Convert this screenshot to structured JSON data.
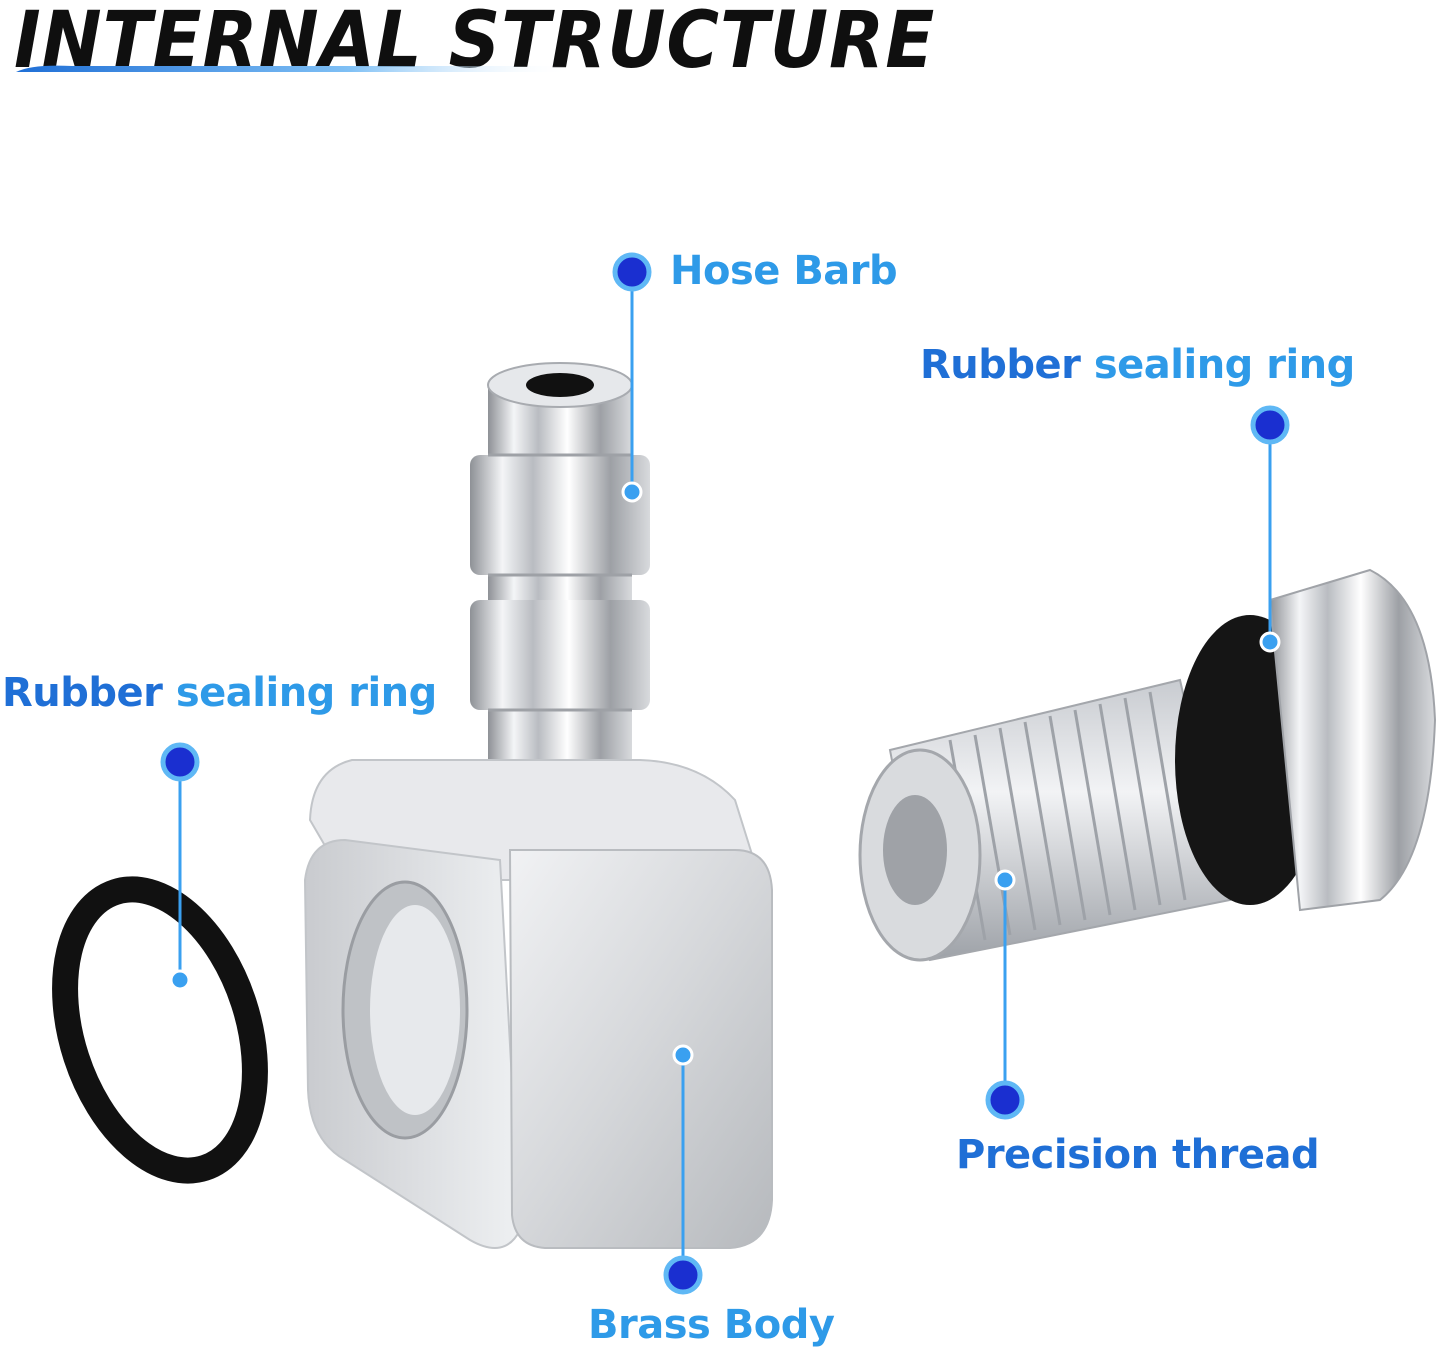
{
  "title": "INTERNAL STRUCTURE",
  "labels": {
    "hose_barb": "Hose Barb",
    "rubber_ring_right_a": "Rubber",
    "rubber_ring_right_b": "sealing ring",
    "rubber_ring_left_a": "Rubber",
    "rubber_ring_left_b": "sealing ring",
    "precision_thread": "Precision thread",
    "brass_body": "Brass Body"
  },
  "colors": {
    "label_blue": "#2e9ae8",
    "label_dark_blue": "#1f6fd6",
    "dot_blue": "#1a2fd0",
    "line_blue": "#3aa0f0"
  }
}
